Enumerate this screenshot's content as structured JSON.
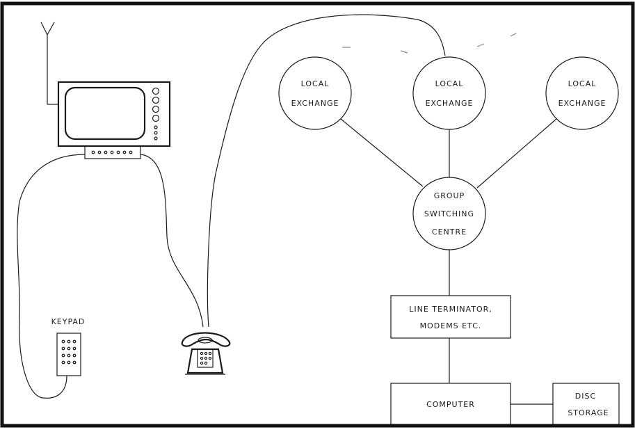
{
  "diagram": {
    "local_exchange_1": [
      "LOCAL",
      "EXCHANGE"
    ],
    "local_exchange_2": [
      "LOCAL",
      "EXCHANGE"
    ],
    "local_exchange_3": [
      "LOCAL",
      "EXCHANGE"
    ],
    "group_switching_centre": [
      "GROUP",
      "SWITCHING",
      "CENTRE"
    ],
    "line_terminator": [
      "LINE TERMINATOR,",
      "MODEMS ETC."
    ],
    "computer": "COMPUTER",
    "disc_storage": [
      "DISC",
      "STORAGE"
    ],
    "keypad": "KEYPAD"
  },
  "icons": {
    "television": "tv-set-icon",
    "antenna": "antenna-icon",
    "telephone": "telephone-icon",
    "keypad": "keypad-icon"
  }
}
